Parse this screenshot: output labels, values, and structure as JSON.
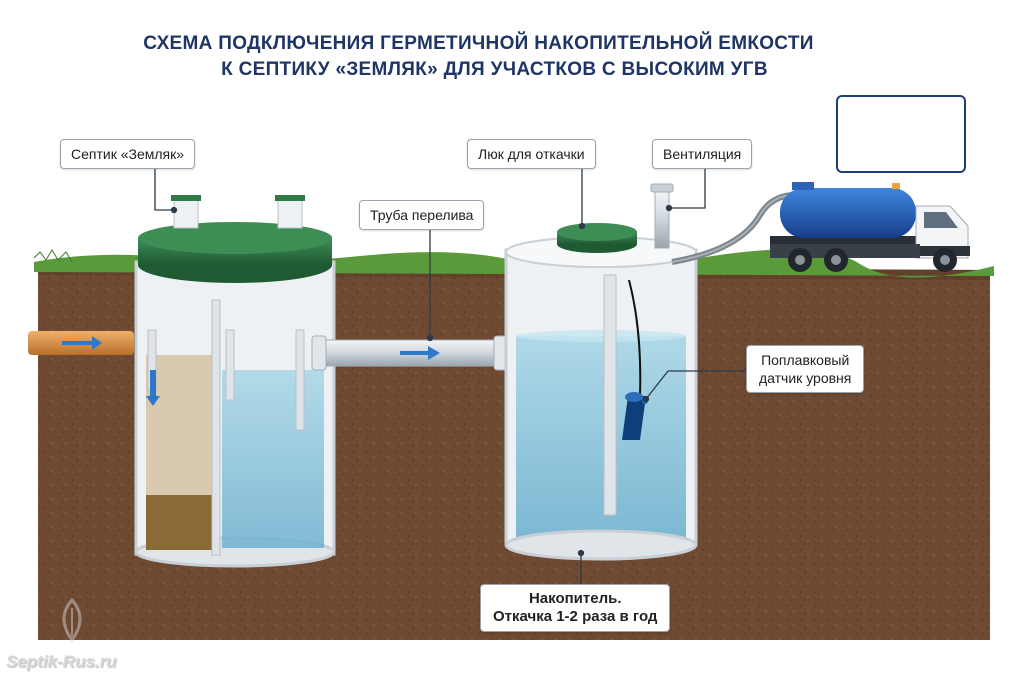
{
  "title": {
    "line1": "СХЕМА ПОДКЛЮЧЕНИЯ ГЕРМЕТИЧНОЙ НАКОПИТЕЛЬНОЙ ЕМКОСТИ",
    "line2": "К СЕПТИКУ «ЗЕМЛЯК»  ДЛЯ УЧАСТКОВ С ВЫСОКИМ УГВ"
  },
  "labels": {
    "septic": "Септик «Земляк»",
    "overflow_pipe": "Труба перелива",
    "pumping_hatch": "Люк для откачки",
    "ventilation": "Вентиляция",
    "float_sensor_line1": "Поплавковый",
    "float_sensor_line2": "датчик уровня",
    "tank_line1": "Накопитель.",
    "tank_line2": "Откачка 1-2 раза в год"
  },
  "icons": [
    "sewage-truck-icon",
    "flow-arrow-icon",
    "watermark-logo-icon"
  ],
  "colors": {
    "title": "#1f3566",
    "septic_lid": "#2f7a45",
    "soil": "#6e4a33",
    "grass": "#5b9a3a",
    "water": "#8cc4dc",
    "truck_tank": "#1f5fb8",
    "inlet_pipe": "#d48a3c",
    "arrow": "#2f78c8"
  },
  "watermark": "Septik-Rus.ru"
}
